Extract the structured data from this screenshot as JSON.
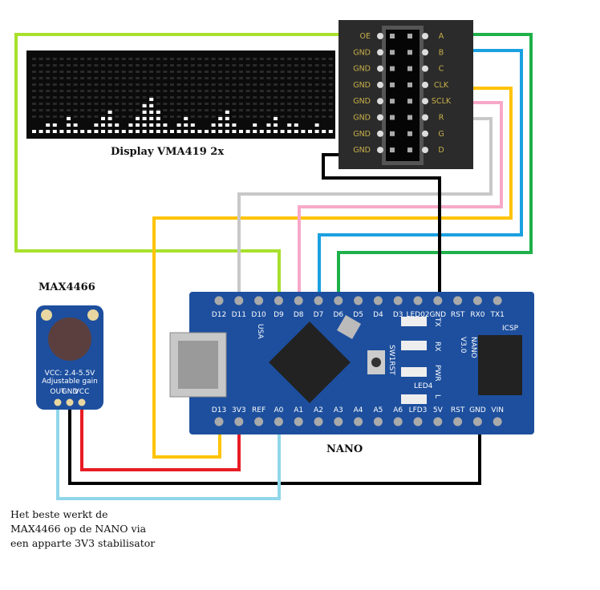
{
  "display": {
    "label": "Display VMA419 2x"
  },
  "connector": {
    "left_pins": [
      "OE",
      "GND",
      "GND",
      "GND",
      "GND",
      "GND",
      "GND",
      "GND"
    ],
    "right_pins": [
      "A",
      "B",
      "C",
      "CLK",
      "SCLK",
      "R",
      "G",
      "D"
    ]
  },
  "nano": {
    "label": "NANO",
    "top_pins": [
      "D12",
      "D11",
      "D10",
      "D9",
      "D8",
      "D7",
      "D6",
      "D5",
      "D4",
      "D3",
      "LED02",
      "GND",
      "RST",
      "RX0",
      "TX1"
    ],
    "bottom_pins": [
      "D13",
      "3V3",
      "REF",
      "A0",
      "A1",
      "A2",
      "A3",
      "A4",
      "A5",
      "A6",
      "LFD3",
      "5V",
      "RST",
      "GND",
      "VIN"
    ],
    "silkscreen": [
      "NANO",
      "V3.0",
      "ICSP",
      "TX",
      "RX",
      "PWR",
      "L",
      "SW1RST",
      "USA",
      "LED4"
    ],
    "color": "#1d4f9e"
  },
  "mic": {
    "label": "MAX4466",
    "text1": "VCC: 2.4-5.5V",
    "text2": "Adjustable gain",
    "pins": [
      "OUT",
      "GND",
      "VCC"
    ]
  },
  "note": {
    "lines": [
      "Het beste werkt de",
      "MAX4466 op de NANO via",
      "een apparte 3V3 stabilisator"
    ]
  },
  "wires": [
    {
      "from": "OE",
      "to": "D9",
      "color": "#a8e02c"
    },
    {
      "from": "A",
      "to": "D6",
      "color": "#1fb04a"
    },
    {
      "from": "B",
      "to": "D7",
      "color": "#1aa0e0"
    },
    {
      "from": "CLK",
      "to": "D13",
      "color": "#ffc300"
    },
    {
      "from": "SCLK",
      "to": "D8",
      "color": "#f7a8c8"
    },
    {
      "from": "R",
      "to": "D11",
      "color": "#c8c8c8"
    },
    {
      "from": "GND",
      "to": "GND",
      "color": "#000000"
    },
    {
      "from": "VCC",
      "to": "3V3",
      "color": "#e81c24"
    },
    {
      "from": "GND",
      "to": "GND",
      "color": "#000000"
    },
    {
      "from": "OUT",
      "to": "A0",
      "color": "#90d6ea"
    }
  ]
}
